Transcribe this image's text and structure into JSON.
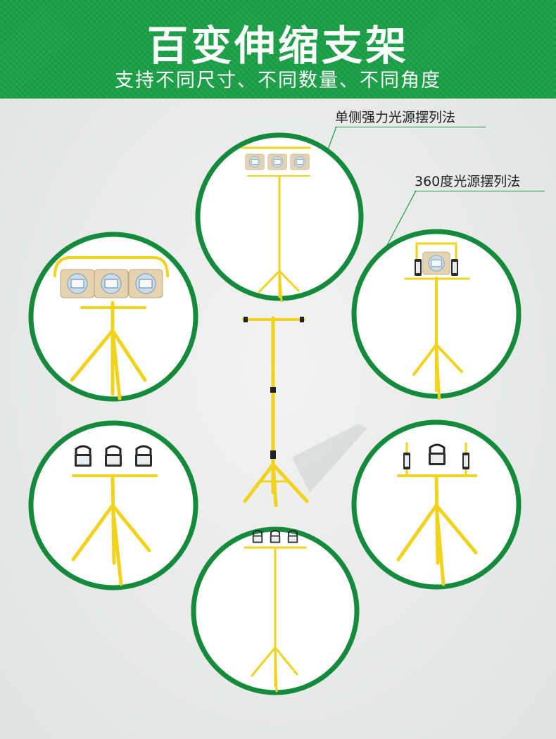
{
  "banner": {
    "title": "百变伸缩支架",
    "subtitle": "支持不同尺寸、不同数量、不同角度"
  },
  "callouts": {
    "single_side": "单侧强力光源摆列法",
    "three_sixty": "360度光源摆列法"
  },
  "colors": {
    "banner_green": "#1aa046",
    "ring_green": "#148a3c",
    "stand_yellow": "#f2d21a",
    "lamp_body": "#e4d3ae"
  },
  "icons": [
    "floodlight-stand-top",
    "floodlight-stand-left-large",
    "floodlight-stand-right-360",
    "floodlight-stand-left-small",
    "floodlight-stand-right-sides",
    "floodlight-stand-bottom",
    "empty-tripod-stand"
  ]
}
